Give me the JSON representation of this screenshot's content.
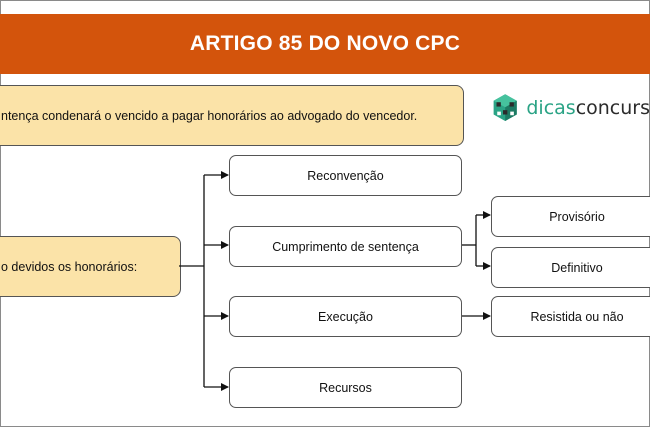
{
  "title": "ARTIGO 85 DO NOVO CPC",
  "root_statement": "ntença condenará o vencido a pagar honorários ao advogado do vencedor.",
  "question": "o devidos os honorários:",
  "branches": [
    "Reconvenção",
    "Cumprimento de sentença",
    "Execução",
    "Recursos"
  ],
  "sub_cumprimento": [
    "Provisório",
    "Definitivo"
  ],
  "sub_execucao": "Resistida ou não",
  "logo": {
    "part1": "dicas",
    "part2": "concurs",
    "icon": "cube-logo-icon"
  },
  "colors": {
    "banner": "#d3540c",
    "note": "#fbe3a8",
    "logo_accent": "#2aa385"
  }
}
